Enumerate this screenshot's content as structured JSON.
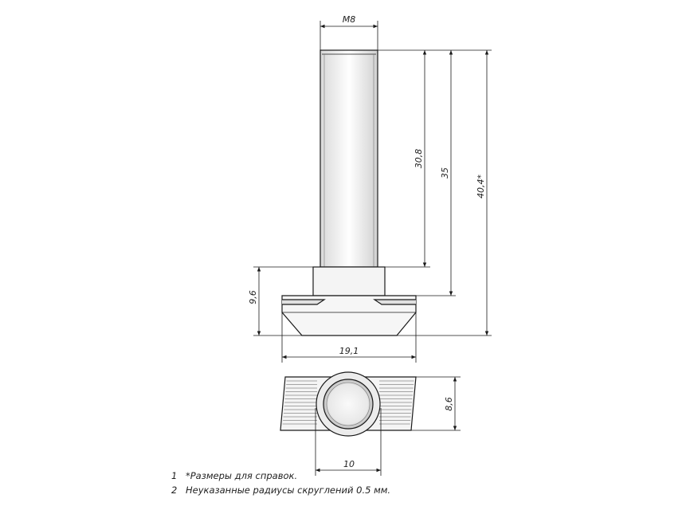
{
  "dimensions": {
    "thread": "M8",
    "thread_length": "30,8",
    "shank_length": "35",
    "total_length": "40,4*",
    "head_height": "9,6",
    "head_width": "19,1",
    "nut_width": "8,6",
    "nut_diameter": "10"
  },
  "notes": [
    {
      "num": "1",
      "text": "*Размеры для справок."
    },
    {
      "num": "2",
      "text": "Неуказанные радиусы скруглений 0.5 мм."
    }
  ],
  "colors": {
    "line": "#1a1a1a",
    "shade": "#e6e6e6",
    "hatch": "#555555"
  }
}
